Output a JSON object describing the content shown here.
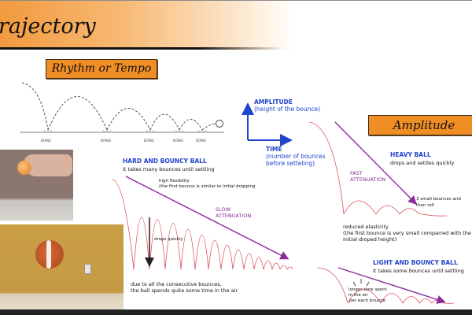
{
  "header": {
    "title": "rajectory"
  },
  "sections": {
    "rhythm": {
      "label": "Rhythm or Tempo"
    },
    "amplitude": {
      "label": "Amplitude"
    }
  },
  "rhythm_diagram": {
    "bounce_labels": [
      "BOING",
      "BOING",
      "BOING",
      "BOING",
      "BOING"
    ],
    "bounce_count": 5
  },
  "axes_legend": {
    "y_axis": {
      "title": "AMPLITUDE",
      "subtitle": "(height of the bounce)"
    },
    "x_axis": {
      "title": "TIME",
      "subtitle_line1": "(number of bounces",
      "subtitle_line2": "before setteling)"
    }
  },
  "hard_ball": {
    "title": "HARD AND BOUNCY BALL",
    "subtitle": "it takes many bounces until settling",
    "note_line1": "high flexibility",
    "note_line2": "(the first bounce is similar to initial dropping",
    "attenuation_line1": "SLOW",
    "attenuation_line2": "ATTENUATION",
    "arrow_label": "drops quickly",
    "footer_line1": "due to all the consecutive bounces,",
    "footer_line2": "the ball spends quite some time in the air"
  },
  "heavy_ball": {
    "title": "HEAVY BALL",
    "subtitle": "drops and settles quickly",
    "attenuation_line1": "FAST",
    "attenuation_line2": "ATTENUATION",
    "side_note_line1": "3 small bounces and",
    "side_note_line2": "then roll",
    "note_line1": "reduced elasticity",
    "note_line2": "(the first bounce is very small comparred with the",
    "note_line3": "initial droped height)"
  },
  "light_ball": {
    "title": "LIGHT AND BOUNCY BALL",
    "subtitle": "it takes some bounces until settling",
    "note_line1": "longer time spent",
    "note_line2": "in the air",
    "note_line3": "per each bounce"
  },
  "colors": {
    "accent_orange": "#ef8e25",
    "curve_red": "#e0505a",
    "arrow_purple": "#8a2a9e",
    "label_blue": "#2244cc"
  }
}
